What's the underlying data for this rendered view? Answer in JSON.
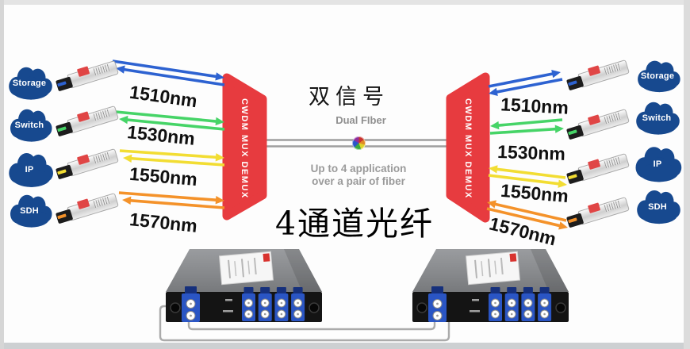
{
  "colors": {
    "mux_red": "#e73b3f",
    "cloud_blue": "#17498f",
    "fiber_gray": "#9e9e9e",
    "cable_gray": "#ababab"
  },
  "diagram": {
    "mux_label": "CWDM MUX DEMUX",
    "left_clouds": [
      {
        "label": "Storage"
      },
      {
        "label": "Switch"
      },
      {
        "label": "IP"
      },
      {
        "label": "SDH"
      }
    ],
    "right_clouds": [
      {
        "label": "Storage"
      },
      {
        "label": "Switch"
      },
      {
        "label": "IP"
      },
      {
        "label": "SDH"
      }
    ],
    "channels": [
      {
        "wavelength": "1510nm",
        "color": "#2d62d1"
      },
      {
        "wavelength": "1530nm",
        "color": "#46d467"
      },
      {
        "wavelength": "1550nm",
        "color": "#f2dd33"
      },
      {
        "wavelength": "1570nm",
        "color": "#f4922a"
      }
    ],
    "center": {
      "title_cn": "双信号",
      "subtitle": "Dual FIber",
      "note_line1": "Up to 4 application",
      "note_line2": "over a pair of fiber",
      "bottom_cn": "4通道光纤"
    }
  }
}
